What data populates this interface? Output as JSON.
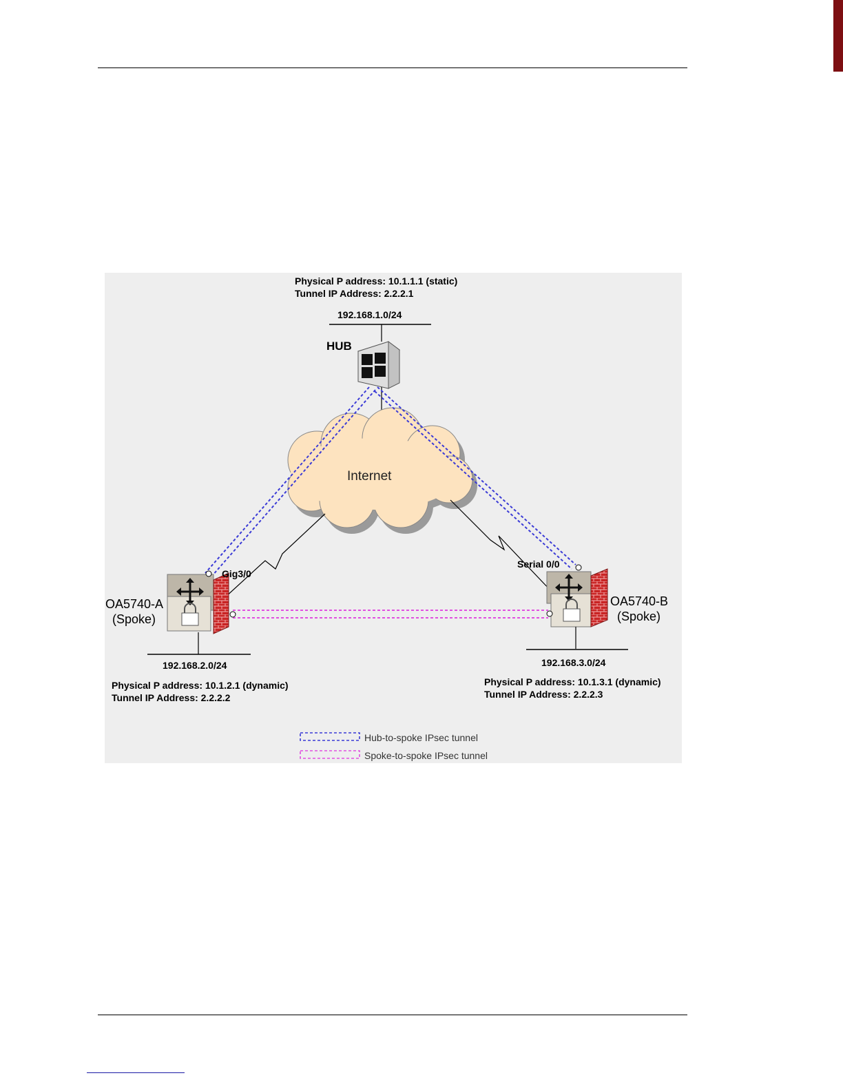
{
  "hub": {
    "physical": "Physical P address: 10.1.1.1 (static)",
    "tunnel": "Tunnel  IP Address: 2.2.2.1",
    "network": "192.168.1.0/24",
    "label": "HUB"
  },
  "cloud": {
    "label": "Internet"
  },
  "spoke_a": {
    "name": "OA5740-A",
    "role": "(Spoke)",
    "interface": "Gig3/0",
    "network": "192.168.2.0/24",
    "physical": "Physical P address: 10.1.2.1 (dynamic)",
    "tunnel": "Tunnel  IP Address: 2.2.2.2"
  },
  "spoke_b": {
    "name": "OA5740-B",
    "role": "(Spoke)",
    "interface": "Serial 0/0",
    "network": "192.168.3.0/24",
    "physical": "Physical P address: 10.1.3.1 (dynamic)",
    "tunnel": "Tunnel  IP Address: 2.2.2.3"
  },
  "legend": {
    "hub_to_spoke": "Hub-to-spoke IPsec tunnel",
    "spoke_to_spoke": "Spoke-to-spoke IPsec tunnel"
  },
  "colors": {
    "hub_tunnel": "#3a3ad6",
    "spoke_tunnel": "#e050e0",
    "cloud_fill": "#fde3bf",
    "firewall": "#cc2a2a"
  }
}
